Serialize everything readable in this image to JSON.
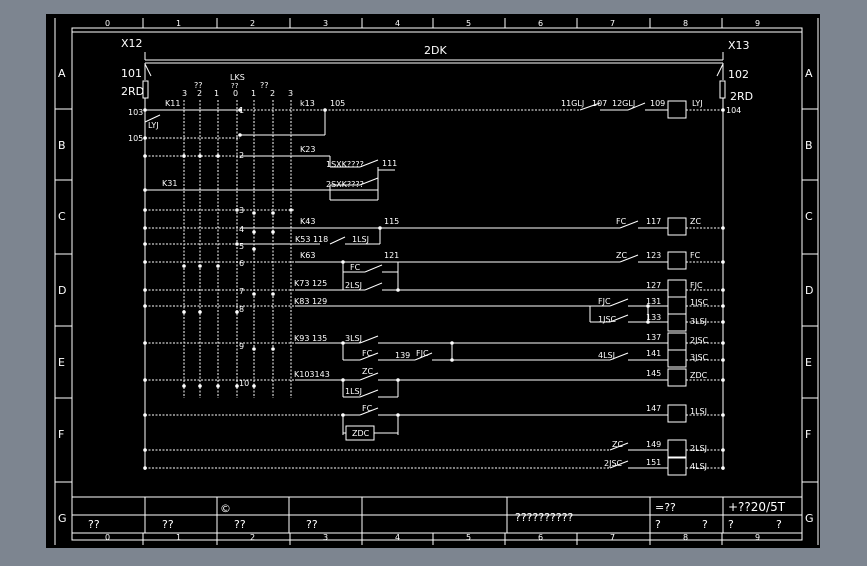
{
  "colors": {
    "background": "#7d8590",
    "sheet": "#000000",
    "lines": "#ffffff"
  },
  "frame": {
    "columns": [
      "0",
      "1",
      "2",
      "3",
      "4",
      "5",
      "6",
      "7",
      "8",
      "9"
    ],
    "rows": [
      "A",
      "B",
      "C",
      "D",
      "E",
      "F",
      "G"
    ]
  },
  "bus": {
    "left_terminal": "X12",
    "right_terminal": "X13",
    "bus_label": "2DK",
    "left_node": "101",
    "right_node": "102",
    "left_fuse": "2RD",
    "right_fuse": "2RD"
  },
  "switch": {
    "label": "LKS",
    "label_sub": "??",
    "left_positions": [
      "3",
      "2",
      "1"
    ],
    "left_label": "??",
    "right_positions": [
      "0",
      "1",
      "2",
      "3"
    ],
    "right_label": "??",
    "rows": [
      "1",
      "2",
      "3",
      "4",
      "5",
      "6",
      "7",
      "8",
      "9",
      "10"
    ]
  },
  "relays": {
    "k11": "K11",
    "lyj": "LYJ",
    "n103": "103",
    "n105": "105",
    "n104": "104",
    "k13": "k13",
    "n105b": "105",
    "lglj1": "11GLJ",
    "n107": "107",
    "lglj2": "12GLJ",
    "n109": "109",
    "lyj_coil": "LYJ",
    "k23": "K23",
    "sxk1": "1SXK????",
    "sxk2": "2SXK????",
    "n111": "111",
    "k31": "K31",
    "k43": "K43",
    "n115": "115",
    "fc1": "FC",
    "n117": "117",
    "zc_coil": "ZC",
    "k53": "K53 118",
    "lsj1": "1LSJ",
    "k63": "K63",
    "n121": "121",
    "zc1": "ZC",
    "n123": "123",
    "fc_coil": "FC",
    "fc2": "FC",
    "k73": "K73 125",
    "lsj2": "2LSJ",
    "n127": "127",
    "fjc_coil": "FJC",
    "k83": "K83 129",
    "fjc1": "FJC",
    "n131": "131",
    "sc1_coil": "1JSC",
    "sc1": "1JSC",
    "n133": "133",
    "lsj3_coil": "3LSJ",
    "k93": "K93 135",
    "lsj3": "3LSJ",
    "n137": "137",
    "sc2_coil": "2JSC",
    "fc3": "FC",
    "n139": "139",
    "fjc2": "FJC",
    "lsj4": "4LSJ",
    "n141": "141",
    "sc3_coil": "3JSC",
    "k103": "K103143",
    "zc2": "ZC",
    "n145": "145",
    "zdc_coil": "ZDC",
    "lsj5": "1LSJ",
    "fc4": "FC",
    "n147": "147",
    "lsj1_coil": "1LSJ",
    "zdc": "ZDC",
    "zc3": "ZC",
    "n149": "149",
    "lsj2_coil": "2LSJ",
    "sc4": "2JSC",
    "n151": "151",
    "lsj4_coil": "4LSJ"
  },
  "title_block": {
    "copyright": "©",
    "cells": [
      "??",
      "??",
      "??",
      "??"
    ],
    "drawing_name": "??????????",
    "code_label": "=??",
    "drawing_no": "+??20/5T",
    "sheet_a": "?",
    "sheet_b": "?",
    "sheet_c": "?",
    "sheet_d": "?"
  }
}
